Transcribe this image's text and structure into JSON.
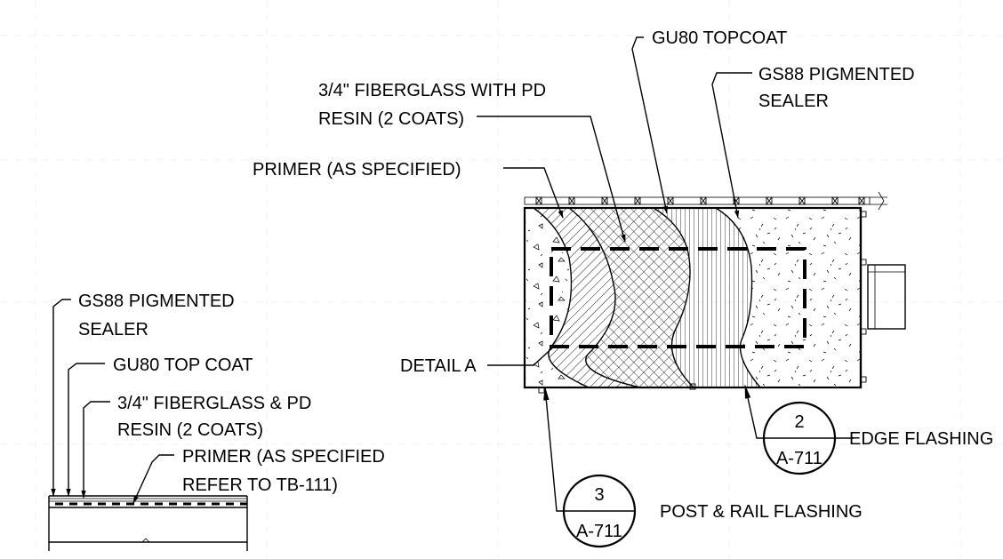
{
  "callouts": {
    "gu80_topcoat": "GU80 TOPCOAT",
    "gs88_line1": "GS88 PIGMENTED",
    "gs88_line2": "SEALER",
    "fiberglass_line1": "3/4\" FIBERGLASS WITH PD",
    "fiberglass_line2": "RESIN (2 COATS)",
    "primer": "PRIMER (AS SPECIFIED)",
    "detail_a": "DETAIL A"
  },
  "section_callouts": {
    "gs88_line1": "GS88 PIGMENTED",
    "gs88_line2": "SEALER",
    "gu80_top_coat": "GU80 TOP COAT",
    "fiberglass_line1": "3/4\" FIBERGLASS & PD",
    "fiberglass_line2": "RESIN (2 COATS)",
    "primer_line1": "PRIMER (AS SPECIFIED",
    "primer_line2": "REFER TO TB-111)"
  },
  "detail_refs": [
    {
      "number": "2",
      "sheet": "A-711",
      "label": "EDGE FLASHING"
    },
    {
      "number": "3",
      "sheet": "A-711",
      "label": "POST & RAIL FLASHING"
    }
  ],
  "colors": {
    "line": "#000000",
    "background": "#ffffff"
  }
}
